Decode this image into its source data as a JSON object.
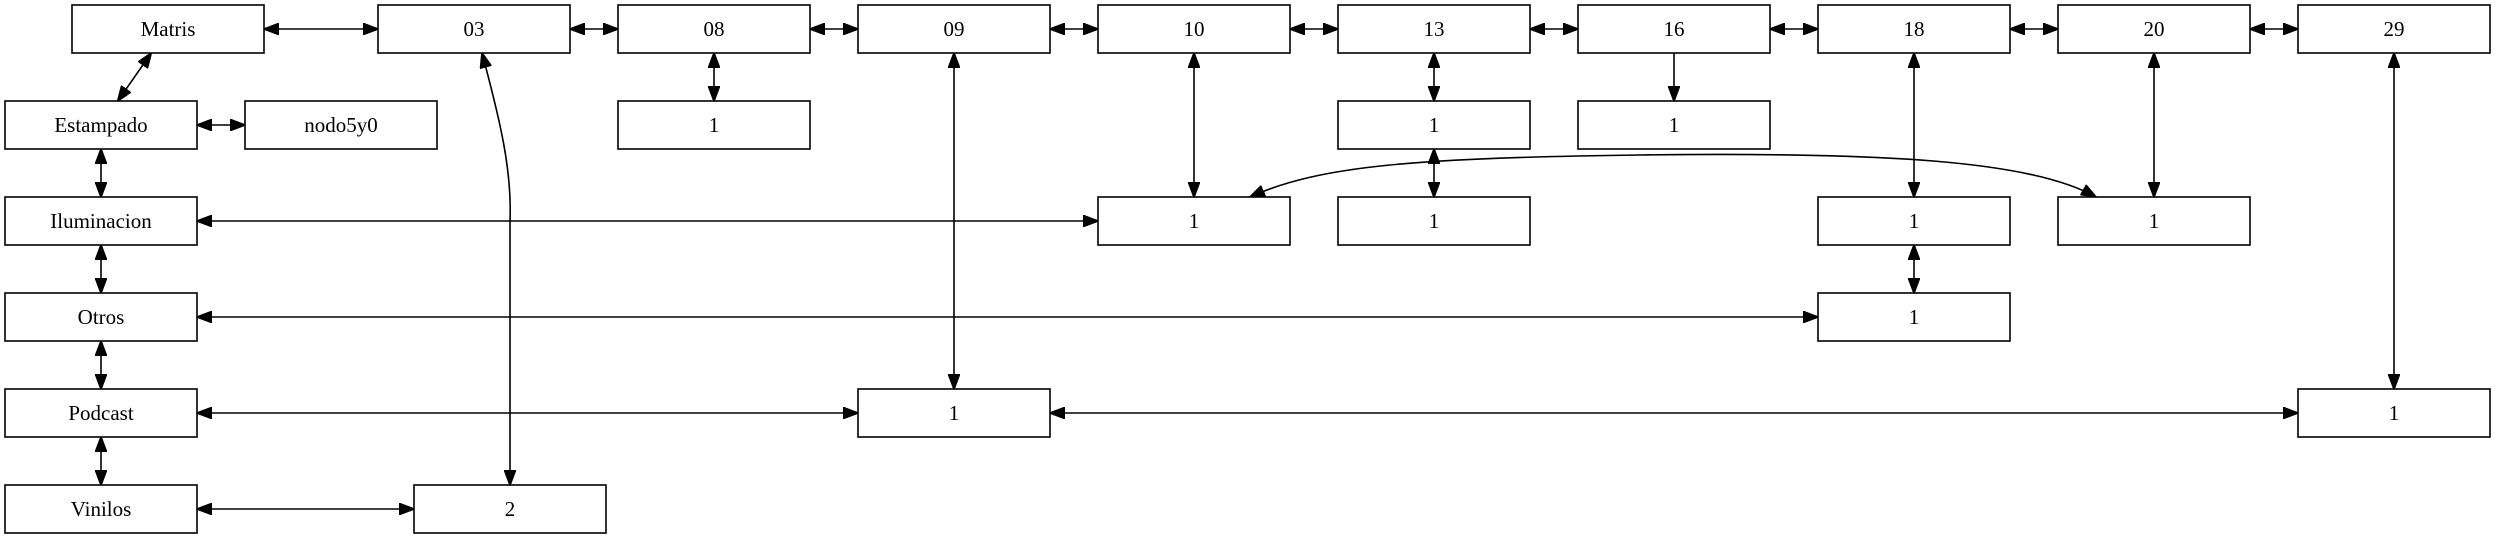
{
  "diagram": {
    "nodes": [
      {
        "id": "matris",
        "label": "Matris"
      },
      {
        "id": "n03",
        "label": "03"
      },
      {
        "id": "n08",
        "label": "08"
      },
      {
        "id": "n09",
        "label": "09"
      },
      {
        "id": "n10",
        "label": "10"
      },
      {
        "id": "n13",
        "label": "13"
      },
      {
        "id": "n16",
        "label": "16"
      },
      {
        "id": "n18",
        "label": "18"
      },
      {
        "id": "n20",
        "label": "20"
      },
      {
        "id": "n29",
        "label": "29"
      },
      {
        "id": "estampado",
        "label": "Estampado"
      },
      {
        "id": "nodo5y0",
        "label": "nodo5y0"
      },
      {
        "id": "n08_1",
        "label": "1"
      },
      {
        "id": "n13_1",
        "label": "1"
      },
      {
        "id": "n16_1",
        "label": "1"
      },
      {
        "id": "iluminacion",
        "label": "Iluminacion"
      },
      {
        "id": "ilum_10",
        "label": "1"
      },
      {
        "id": "ilum_13",
        "label": "1"
      },
      {
        "id": "ilum_18",
        "label": "1"
      },
      {
        "id": "ilum_20",
        "label": "1"
      },
      {
        "id": "otros",
        "label": "Otros"
      },
      {
        "id": "otros_18",
        "label": "1"
      },
      {
        "id": "podcast",
        "label": "Podcast"
      },
      {
        "id": "pod_09",
        "label": "1"
      },
      {
        "id": "pod_29",
        "label": "1"
      },
      {
        "id": "vinilos",
        "label": "Vinilos"
      },
      {
        "id": "vin_03",
        "label": "2"
      }
    ],
    "edges": [
      {
        "from": "matris",
        "to": "n03",
        "bidirectional": true
      },
      {
        "from": "n03",
        "to": "n08",
        "bidirectional": true
      },
      {
        "from": "n08",
        "to": "n09",
        "bidirectional": true
      },
      {
        "from": "n09",
        "to": "n10",
        "bidirectional": true
      },
      {
        "from": "n10",
        "to": "n13",
        "bidirectional": true
      },
      {
        "from": "n13",
        "to": "n16",
        "bidirectional": true
      },
      {
        "from": "n16",
        "to": "n18",
        "bidirectional": true
      },
      {
        "from": "n18",
        "to": "n20",
        "bidirectional": true
      },
      {
        "from": "n20",
        "to": "n29",
        "bidirectional": true
      },
      {
        "from": "matris",
        "to": "estampado",
        "bidirectional": true
      },
      {
        "from": "estampado",
        "to": "nodo5y0",
        "bidirectional": true
      },
      {
        "from": "estampado",
        "to": "iluminacion",
        "bidirectional": true
      },
      {
        "from": "iluminacion",
        "to": "otros",
        "bidirectional": true
      },
      {
        "from": "otros",
        "to": "podcast",
        "bidirectional": true
      },
      {
        "from": "podcast",
        "to": "vinilos",
        "bidirectional": true
      },
      {
        "from": "n08",
        "to": "n08_1",
        "bidirectional": true
      },
      {
        "from": "n13",
        "to": "n13_1",
        "bidirectional": true
      },
      {
        "from": "n16",
        "to": "n16_1",
        "bidirectional": false
      },
      {
        "from": "n13_1",
        "to": "ilum_13",
        "bidirectional": true
      },
      {
        "from": "n10",
        "to": "ilum_10",
        "bidirectional": true
      },
      {
        "from": "n18",
        "to": "ilum_18",
        "bidirectional": true
      },
      {
        "from": "n20",
        "to": "ilum_20",
        "bidirectional": true
      },
      {
        "from": "ilum_18",
        "to": "otros_18",
        "bidirectional": true
      },
      {
        "from": "n09",
        "to": "pod_09",
        "bidirectional": true
      },
      {
        "from": "n29",
        "to": "pod_29",
        "bidirectional": true
      },
      {
        "from": "n03",
        "to": "vin_03",
        "bidirectional": true
      },
      {
        "from": "iluminacion",
        "to": "ilum_10",
        "bidirectional": true
      },
      {
        "from": "ilum_10",
        "to": "ilum_20",
        "bidirectional": true
      },
      {
        "from": "otros",
        "to": "otros_18",
        "bidirectional": true
      },
      {
        "from": "podcast",
        "to": "pod_09",
        "bidirectional": true
      },
      {
        "from": "pod_09",
        "to": "pod_29",
        "bidirectional": true
      },
      {
        "from": "vinilos",
        "to": "vin_03",
        "bidirectional": true
      }
    ]
  }
}
